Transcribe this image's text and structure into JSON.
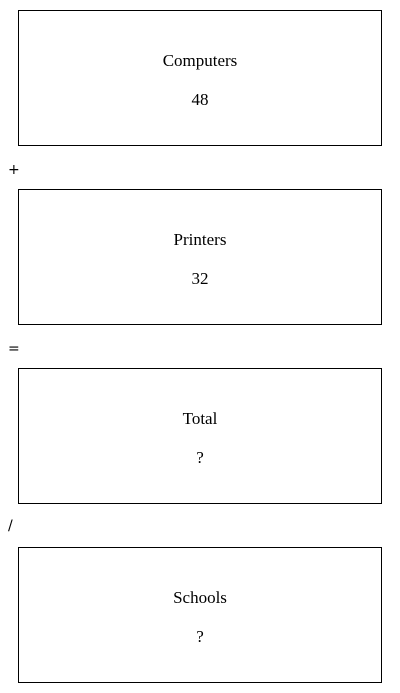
{
  "boxes": [
    {
      "label": "Computers",
      "value": "48"
    },
    {
      "label": "Printers",
      "value": "32"
    },
    {
      "label": "Total",
      "value": "?"
    },
    {
      "label": "Schools",
      "value": "?"
    }
  ],
  "operators": [
    "+",
    "=",
    "/"
  ]
}
